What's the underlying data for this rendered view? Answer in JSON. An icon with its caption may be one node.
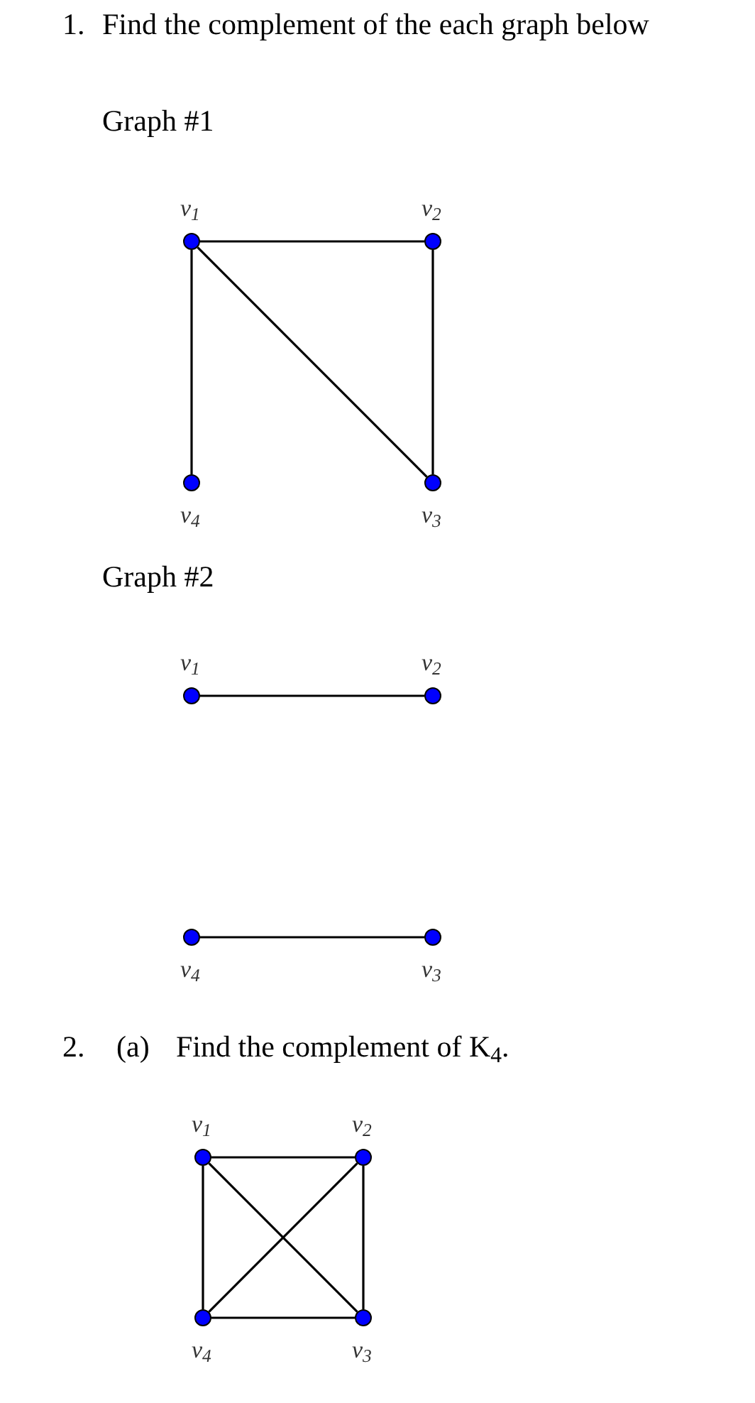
{
  "diagram": {
    "nodes": [
      {
        "text": [],
        "shape": "circle",
        "beside": [
          "v$_{1}$"
        ]
      },
      {
        "text": [],
        "shape": "circle",
        "beside": [
          "v$_{2}$"
        ]
      },
      {
        "text": [],
        "shape": "circle",
        "beside": [
          "v$_{4}$"
        ]
      },
      {
        "text": [],
        "shape": "circle",
        "beside": [
          "v$_{3}$"
        ]
      },
      {
        "text": [],
        "shape": "circle",
        "beside": [
          "v$_{1}$"
        ]
      },
      {
        "text": [],
        "shape": "circle",
        "beside": [
          "v$_{2}$"
        ]
      },
      {
        "text": [],
        "shape": "circle",
        "beside": [
          "v$_{4}$"
        ]
      },
      {
        "text": [],
        "shape": "circle",
        "beside": [
          "v$_{3}$"
        ]
      },
      {
        "text": [],
        "shape": "circle",
        "beside": [
          "v$_{1}$"
        ]
      },
      {
        "text": [],
        "shape": "circle",
        "beside": [
          "v$_{2}$"
        ]
      },
      {
        "text": [],
        "shape": "circle",
        "beside": [
          "v$_{4}$"
        ]
      },
      {
        "text": [],
        "shape": "circle",
        "beside": [
          "v$_{3}$"
        ]
      }
    ],
    "edges": [
      {
        "from": 0,
        "to": 1,
        "arrow": "none"
      },
      {
        "from": 0,
        "to": 2,
        "arrow": "none"
      },
      {
        "from": 0,
        "to": 3,
        "arrow": "none"
      },
      {
        "from": 1,
        "to": 3,
        "arrow": "none"
      },
      {
        "from": 4,
        "to": 5,
        "arrow": "none"
      },
      {
        "from": 6,
        "to": 7,
        "arrow": "none"
      },
      {
        "from": 8,
        "to": 9,
        "arrow": "none"
      },
      {
        "from": 9,
        "to": 11,
        "arrow": "none"
      },
      {
        "from": 11,
        "to": 10,
        "arrow": "none"
      },
      {
        "from": 10,
        "to": 8,
        "arrow": "none"
      },
      {
        "from": 8,
        "to": 11,
        "arrow": "none"
      },
      {
        "from": 9,
        "to": 10,
        "arrow": "none"
      }
    ],
    "labels": [
      "1.",
      "Find the complement of the each graph below",
      "Graph #1",
      "Graph #2",
      "2.",
      "(a)",
      "Find the complement of K$_{4}$."
    ]
  }
}
